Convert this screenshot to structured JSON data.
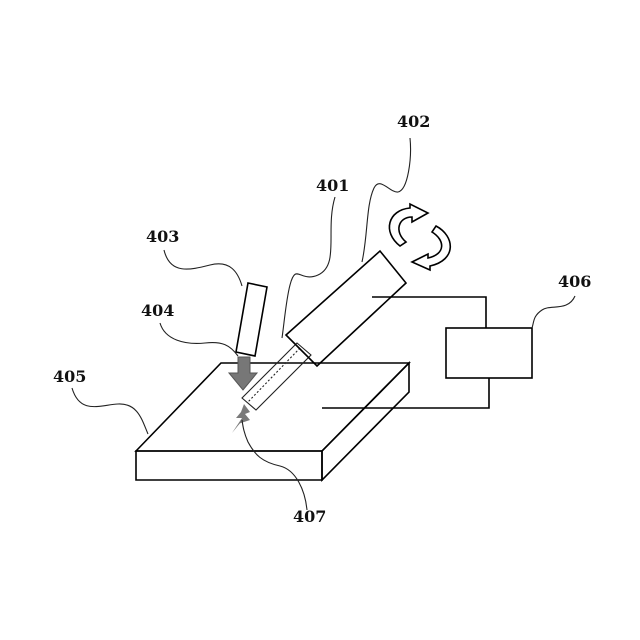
{
  "labels": {
    "l401": "401",
    "l402": "402",
    "l403": "403",
    "l404": "404",
    "l405": "405",
    "l406": "406",
    "l407": "407"
  },
  "colors": {
    "line": "#000000",
    "arrow_fill": "#777777",
    "electrode_fill": "#d9d9d9",
    "spark_fill": "#7a7a7a"
  }
}
